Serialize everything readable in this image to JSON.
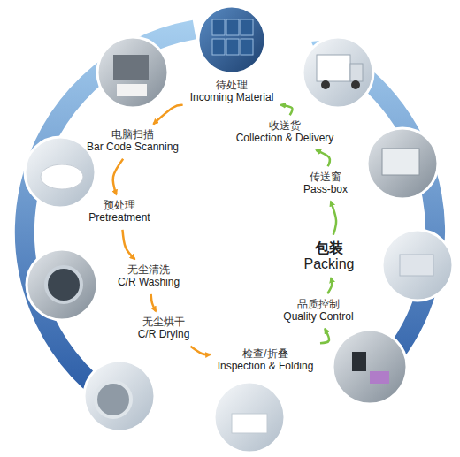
{
  "diagram": {
    "nodes": [
      {
        "text": [
          "待处理",
          "Incoming Material"
        ]
      },
      {
        "text": [
          "电脑扫描",
          "Bar Code Scanning"
        ]
      },
      {
        "text": [
          "预处理",
          "Pretreatment"
        ]
      },
      {
        "text": [
          "无尘清洗",
          "C/R Washing"
        ]
      },
      {
        "text": [
          "无尘烘干",
          "C/R Drying"
        ]
      },
      {
        "text": [
          "检查/折叠",
          "Inspection & Folding"
        ]
      },
      {
        "text": [
          "品质控制",
          "Quality Control"
        ]
      },
      {
        "text": [
          "包装",
          "Packing"
        ]
      },
      {
        "text": [
          "传送窗",
          "Pass-box"
        ]
      },
      {
        "text": [
          "收送货",
          "Collection & Delivery"
        ]
      }
    ],
    "edges": [
      {
        "from": 0,
        "to": 1,
        "arrow": "to"
      },
      {
        "from": 1,
        "to": 2,
        "arrow": "to"
      },
      {
        "from": 2,
        "to": 3,
        "arrow": "to"
      },
      {
        "from": 3,
        "to": 4,
        "arrow": "to"
      },
      {
        "from": 4,
        "to": 5,
        "arrow": "to"
      },
      {
        "from": 5,
        "to": 6,
        "arrow": "to"
      },
      {
        "from": 6,
        "to": 7,
        "arrow": "to"
      },
      {
        "from": 7,
        "to": 8,
        "arrow": "to"
      },
      {
        "from": 8,
        "to": 9,
        "arrow": "to"
      },
      {
        "from": 9,
        "to": 0,
        "arrow": "to"
      }
    ]
  }
}
